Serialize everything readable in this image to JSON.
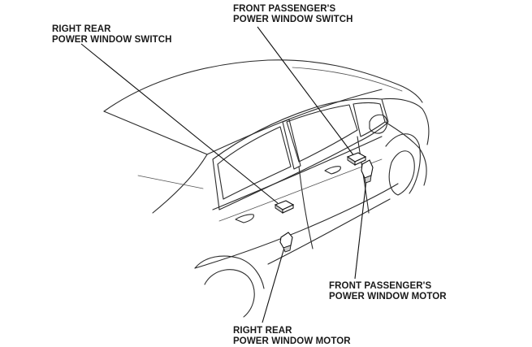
{
  "callouts": {
    "right_rear_switch": {
      "line1": "RIGHT REAR",
      "line2": "POWER WINDOW SWITCH"
    },
    "front_passenger_switch": {
      "line1": "FRONT PASSENGER'S",
      "line2": "POWER WINDOW SWITCH"
    },
    "front_passenger_motor": {
      "line1": "FRONT PASSENGER'S",
      "line2": "POWER WINDOW MOTOR"
    },
    "right_rear_motor": {
      "line1": "RIGHT REAR",
      "line2": "POWER WINDOW MOTOR"
    }
  }
}
